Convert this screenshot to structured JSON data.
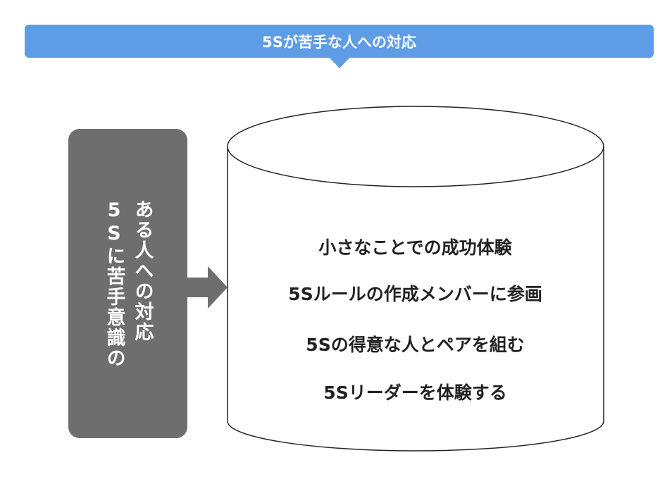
{
  "header": {
    "title": "5Sが苦手な人への対応"
  },
  "left_box": {
    "line1": "5Sに苦手意識の",
    "line2": "ある人への対応"
  },
  "cylinder": {
    "items": [
      "小さなことでの成功体験",
      "5Sルールの作成メンバーに参画",
      "5Sの得意な人とペアを組む",
      "5Sリーダーを体験する"
    ]
  },
  "colors": {
    "header": "#5e9ce6",
    "box": "#6e6e6e",
    "arrow": "#6e6e6e"
  }
}
